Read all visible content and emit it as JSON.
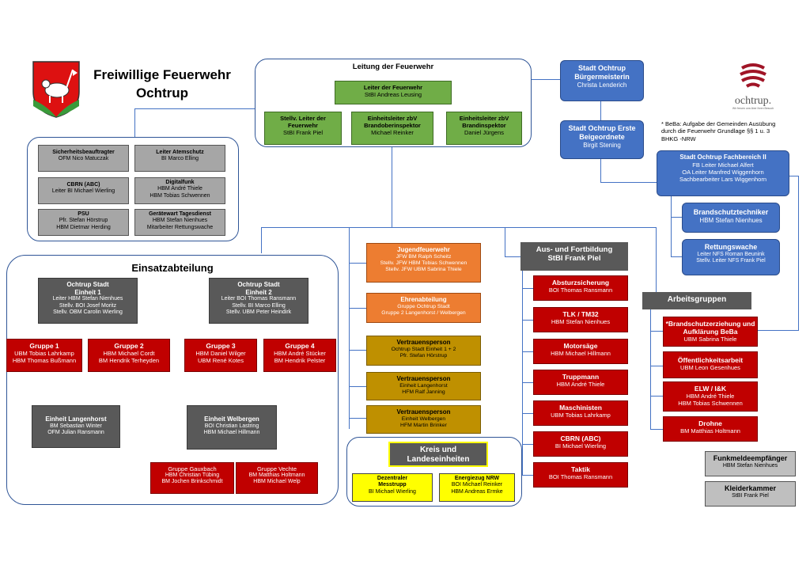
{
  "title": {
    "line1": "Freiwillige Feuerwehr",
    "line2": "Ochtrup"
  },
  "logo": {
    "name": "ochtrup.",
    "tagline": "Wir freuen uns über Ihren Besuch"
  },
  "beba_note": "* BeBa: Aufgabe der Gemeinden Ausübung durch die Feuerwehr Grundlage §§ 1 u. 3 BHKG -NRW",
  "leitung": {
    "title": "Leitung der Feuerwehr",
    "leiter": {
      "t": "Leiter der Feuerwehr",
      "s": "StBI Andreas Leusing"
    },
    "stellv": {
      "t": "Stellv. Leiter der Feuerwehr",
      "s": "StBI Frank Piel"
    },
    "ezbv1": {
      "t": "Einheitsleiter zbV Brandoberinspektor",
      "s": "Michael Reinker"
    },
    "ezbv2": {
      "t": "Einheitsleiter zbV Brandinspektor",
      "s": "Daniel Jürgens"
    }
  },
  "stadt": {
    "bgm": {
      "t": "Stadt Ochtrup Bürgermeisterin",
      "s": "Christa Lenderich"
    },
    "beig": {
      "t": "Stadt Ochtrup Erste Beigeordnete",
      "s": "Birgit Stening"
    },
    "fb2": {
      "t": "Stadt Ochtrup Fachbereich II",
      "l1": "FB Leiter Michael Alfert",
      "l2": "OA Leiter Manfred Wiggenhorn",
      "l3": "Sachbearbeiter Lars Wiggenhorn"
    },
    "bst": {
      "t": "Brandschutztechniker",
      "s": "HBM Stefan Nienhues"
    },
    "rw": {
      "t": "Rettungswache",
      "l1": "Leiter NFS Roman Beunink",
      "l2": "Stellv. Leiter NFS Frank Piel"
    }
  },
  "staff": {
    "sb": {
      "t": "Sicherheitsbeauftragter",
      "s": "OFM Nico Matuczak"
    },
    "as": {
      "t": "Leiter Atemschutz",
      "s": "BI Marco Elling"
    },
    "cbrn": {
      "t": "CBRN (ABC)",
      "s": "Leiter BI Michael Wierling"
    },
    "df": {
      "t": "Digitalfunk",
      "l1": "HBM André Thiele",
      "l2": "HBM Tobias Schwennen"
    },
    "psu": {
      "t": "PSU",
      "l1": "Pfr. Stefan Hörstrup",
      "l2": "HBM Dietmar Herding"
    },
    "gw": {
      "t": "Gerätewart Tagesdienst",
      "l1": "HBM Stefan Nienhues",
      "l2": "Mitarbeiter Rettungswache"
    }
  },
  "einsatz": {
    "title": "Einsatzabteilung",
    "e1": {
      "t1": "Ochtrup Stadt",
      "t2": "Einheit 1",
      "l1": "Leiter HBM Stefan Nienhues",
      "l2": "Stellv. BOI Josef Moritz",
      "l3": "Stellv. OBM Carolin Wierling"
    },
    "e2": {
      "t1": "Ochtrup Stadt",
      "t2": "Einheit 2",
      "l1": "Leiter BOI Thomas Ransmann",
      "l2": "Stellv. BI Marco Elling",
      "l3": "Stellv. UBM Peter Heindirk"
    },
    "g1": {
      "t": "Gruppe 1",
      "l1": "UBM Tobias Lahrkamp",
      "l2": "HBM Thomas Bußmann"
    },
    "g2": {
      "t": "Gruppe 2",
      "l1": "HBM Michael Cordt",
      "l2": "BM Hendrik Terheyden"
    },
    "g3": {
      "t": "Gruppe 3",
      "l1": "HBM Daniel Wilger",
      "l2": "UBM René Kotes"
    },
    "g4": {
      "t": "Gruppe 4",
      "l1": "HBM André Stücker",
      "l2": "BM Hendrik Pelster"
    },
    "el": {
      "t": "Einheit Langenhorst",
      "l1": "BM Sebastian Winter",
      "l2": "OFM Julian Ransmann"
    },
    "ew": {
      "t": "Einheit Welbergen",
      "l1": "BOI Christian Lastring",
      "l2": "HBM Michael Hillmann"
    },
    "gg": {
      "t": "Gruppe Gauxbach",
      "l1": "HBM Christian Tübing",
      "l2": "BM Jochen Brinkschmidt"
    },
    "gv": {
      "t": "Gruppe Vechte",
      "l1": "BM Matthias Holtmann",
      "l2": "HBM Michael Welp"
    }
  },
  "mid": {
    "jf": {
      "t": "Jugendfeuerwehr",
      "l1": "JFW BM Ralph Scheitz",
      "l2": "Stellv. JFW HBM Tobias Schwennen",
      "l3": "Stellv. JFW UBM Sabrina Thiele"
    },
    "ea": {
      "t": "Ehrenabteilung",
      "l1": "Gruppe Ochtrup Stadt",
      "l2": "Gruppe 2 Langenhorst / Welbergen"
    },
    "vp1": {
      "t": "Vertrauensperson",
      "l1": "Ochtrup Stadt Einheit 1 + 2",
      "l2": "Pfr. Stefan Hörstrup"
    },
    "vp2": {
      "t": "Vertrauensperson",
      "l1": "Einheit Langenhorst",
      "l2": "HFM Ralf Janning"
    },
    "vp3": {
      "t": "Vertrauensperson",
      "l1": "Einheit Welbergen",
      "l2": "HFM Martin Brinker"
    }
  },
  "kreis": {
    "t1": "Kreis und",
    "t2": "Landeseinheiten",
    "dm": {
      "t1": "Dezentraler",
      "t2": "Messtrupp",
      "s": "BI Michael Wierling"
    },
    "en": {
      "t": "Energiezug NRW",
      "l1": "BOI Michael Reinker",
      "l2": "HBM Andreas Ermke"
    }
  },
  "ausb": {
    "t1": "Aus- und Fortbildung",
    "t2": "StBI Frank Piel",
    "items": [
      {
        "t": "Absturzsicherung",
        "l1": "BOI Thomas Ransmann",
        "l2": ""
      },
      {
        "t": "TLK / TM32",
        "l1": "HBM Stefan Nienhues",
        "l2": ""
      },
      {
        "t": "Motorsäge",
        "l1": "HBM Michael Hillmann",
        "l2": ""
      },
      {
        "t": "Truppmann",
        "l1": "HBM André Thiele",
        "l2": ""
      },
      {
        "t": "Maschinisten",
        "l1": "UBM Tobias Lahrkamp",
        "l2": ""
      },
      {
        "t": "CBRN (ABC)",
        "l1": "BI Michael Wierling",
        "l2": ""
      },
      {
        "t": "Taktik",
        "l1": "BOI Thomas Ransmann",
        "l2": ""
      }
    ]
  },
  "ag": {
    "title": "Arbeitsgruppen",
    "items": [
      {
        "t": "*Brandschutzerziehung und Aufklärung BeBa",
        "l1": "UBM Sabrina Thiele",
        "l2": ""
      },
      {
        "t": "Öffentlichkeitsarbeit",
        "l1": "UBM Leon Gesenhues",
        "l2": ""
      },
      {
        "t": "ELW / I&K",
        "l1": "HBM André Thiele",
        "l2": "HBM Tobias Schwennen"
      },
      {
        "t": "Drohne",
        "l1": "BM Matthias Holtmann",
        "l2": ""
      }
    ]
  },
  "misc": {
    "fme": {
      "t": "Funkmeldeempfänger",
      "s": "HBM Stefan Nienhues"
    },
    "kk": {
      "t": "Kleiderkammer",
      "s": "StBI Frank Piel"
    }
  },
  "colors": {
    "line": "#4472c4",
    "frame": "#2f5597",
    "red": "#c00000",
    "green": "#70ad47",
    "orange": "#ed7d31",
    "gold": "#bf9000",
    "blue": "#4472c4",
    "dark": "#595959",
    "gray": "#a6a6a6",
    "yellow": "#ffff00"
  }
}
